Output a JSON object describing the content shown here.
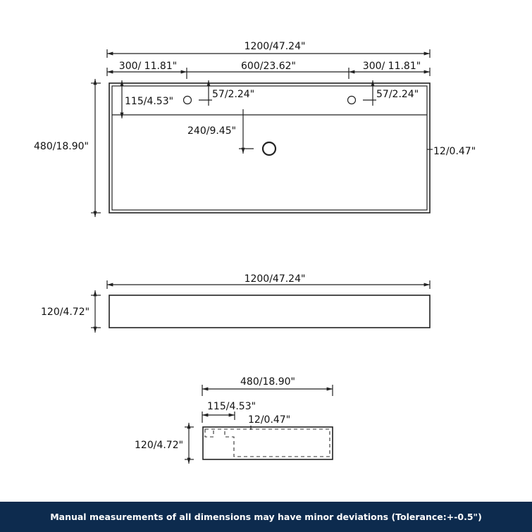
{
  "top_view": {
    "overall_width": "1200/47.24\"",
    "left_offset": "300/ 11.81\"",
    "center_span": "600/23.62\"",
    "right_offset": "300/ 11.81\"",
    "deck_depth": "115/4.53\"",
    "hole_offset_left": "57/2.24\"",
    "hole_offset_right": "57/2.24\"",
    "drain_offset": "240/9.45\"",
    "overall_depth": "480/18.90\"",
    "wall_thickness": "12/0.47\""
  },
  "front_view": {
    "width": "1200/47.24\"",
    "height": "120/4.72\""
  },
  "side_view": {
    "depth": "480/18.90\"",
    "deck_depth": "115/4.53\"",
    "wall_thickness": "12/0.47\"",
    "height": "120/4.72\""
  },
  "footer": {
    "note": "Manual measurements of all dimensions may have minor deviations (Tolerance:+-0.5\")"
  }
}
